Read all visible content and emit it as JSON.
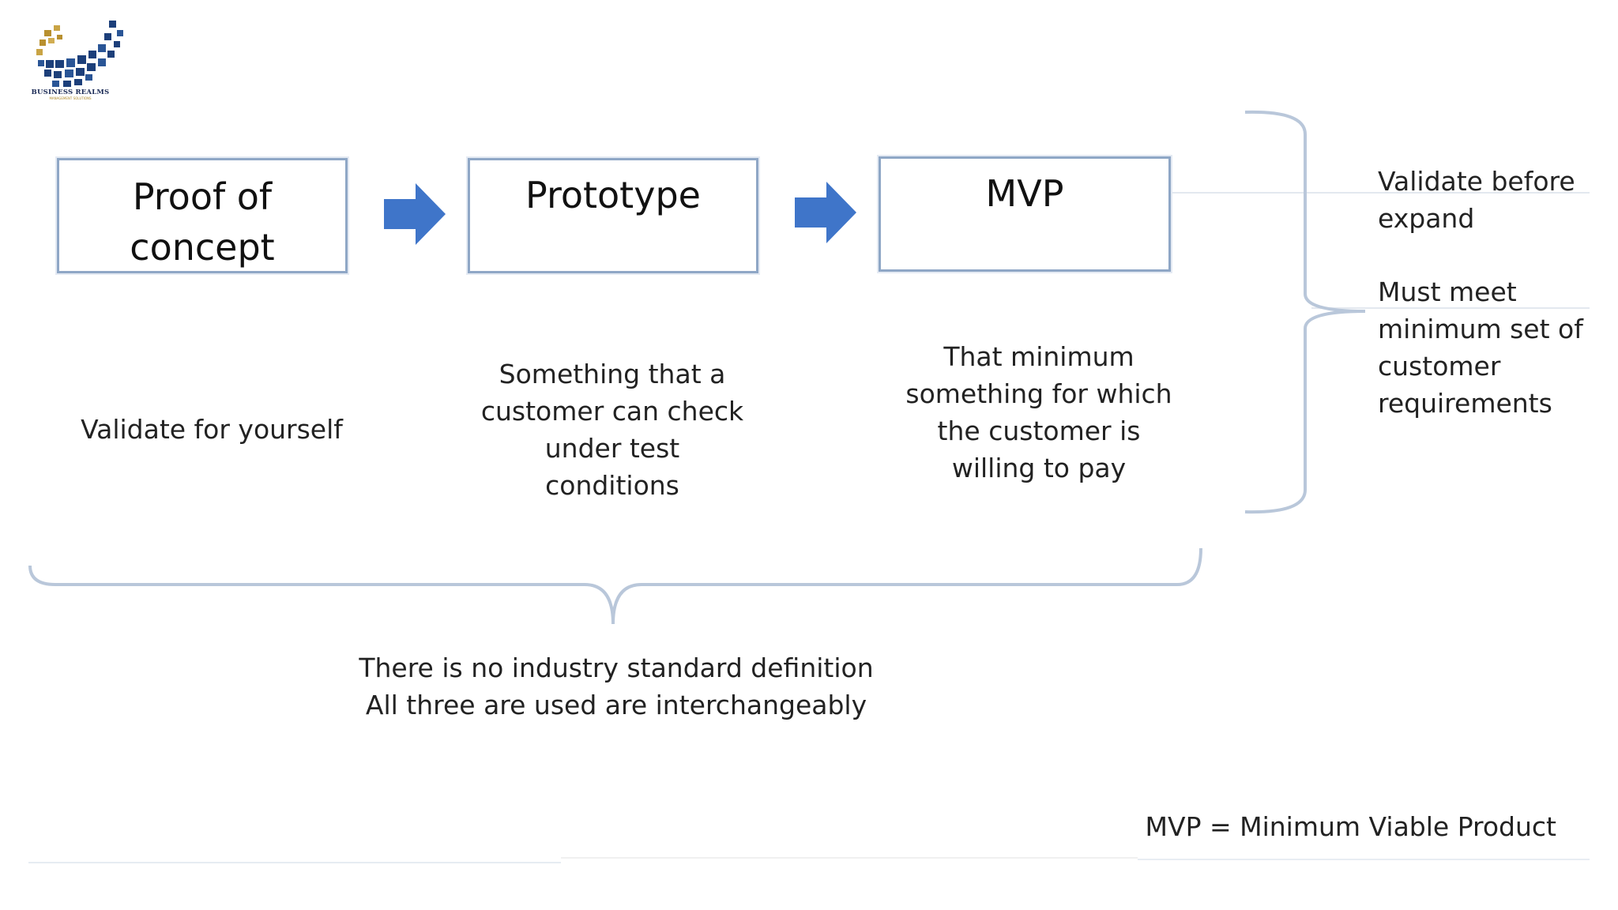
{
  "logo": {
    "text": "BUSINESS REALMS",
    "subtext": "MANAGEMENT SOLUTIONS",
    "colors": {
      "navy": "#1c3f7a",
      "gold": "#b8902f"
    }
  },
  "stages": [
    {
      "label": "Proof of\nconcept",
      "description": "Validate for yourself"
    },
    {
      "label": "Prototype",
      "description": "Something that a\ncustomer can check\nunder test\nconditions"
    },
    {
      "label": "MVP",
      "description": "That minimum\nsomething for which\nthe customer is\nwilling to pay"
    }
  ],
  "arrow_icon": "right-arrow-icon",
  "side_notes": [
    "Validate before\nexpand",
    "Must meet\nminimum set of\ncustomer\nrequirements"
  ],
  "bottom_note": "There is no industry standard definition\nAll three are used are interchangeably",
  "footer_definition": "MVP = Minimum Viable Product",
  "colors": {
    "box_border": "#8fa7c6",
    "arrow": "#3f75c9",
    "bracket": "#b9c7da"
  }
}
